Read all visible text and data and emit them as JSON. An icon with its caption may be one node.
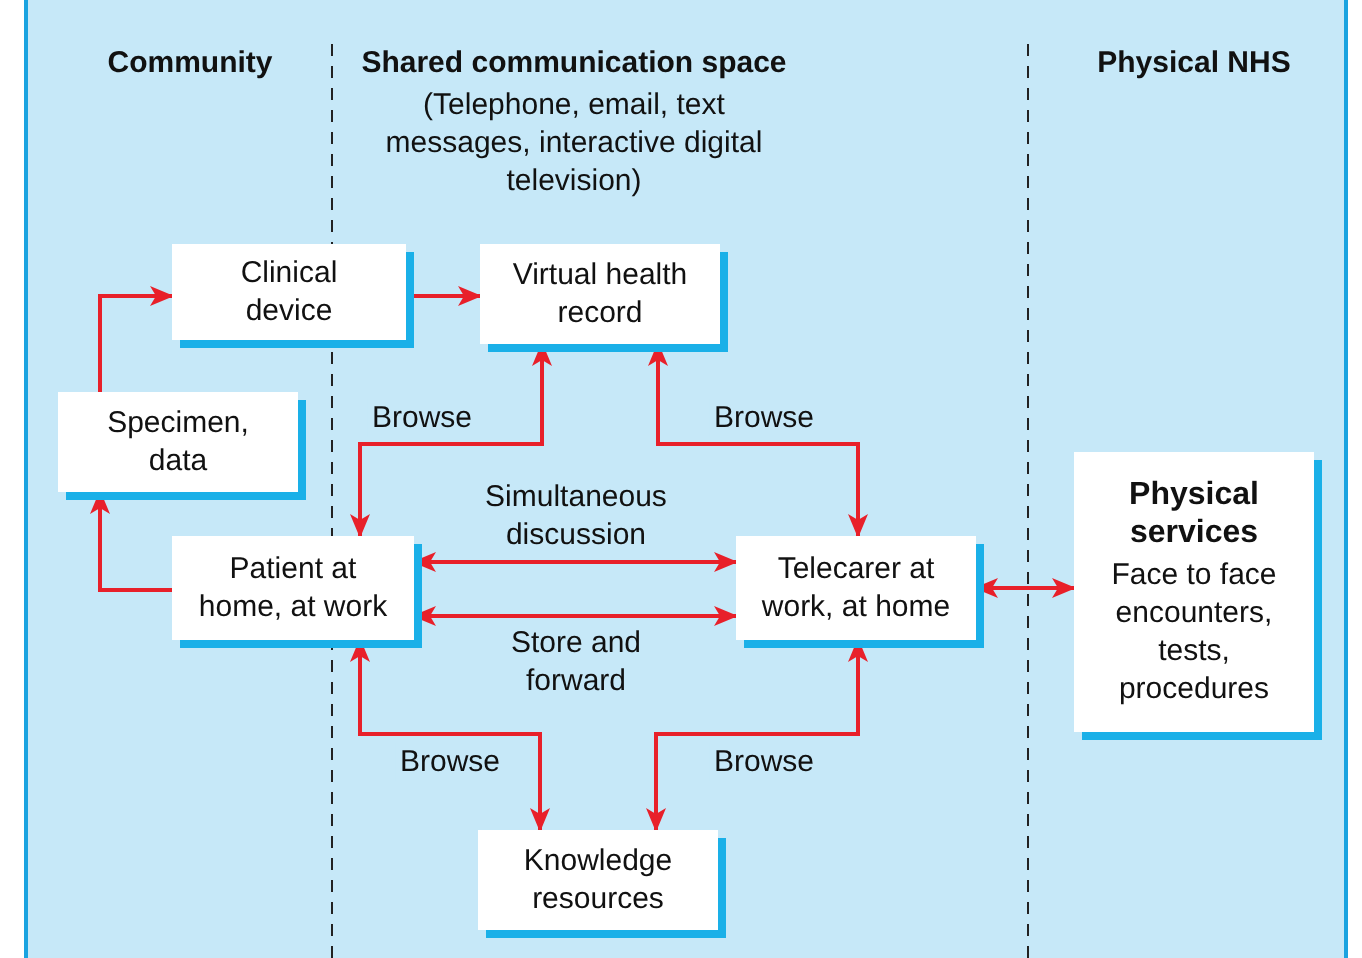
{
  "diagram": {
    "nodes": [
      {
        "text": [
          "Clinical device"
        ]
      },
      {
        "text": [
          "Virtual health record"
        ]
      },
      {
        "text": [
          "Specimen, data"
        ]
      },
      {
        "text": [
          "Patient at home, at work"
        ]
      },
      {
        "text": [
          "Telecarer at work, at home"
        ]
      },
      {
        "text": [
          "Physical services",
          "Face to face encounters, tests, procedures"
        ]
      },
      {
        "text": [
          "Knowledge resources"
        ]
      }
    ],
    "edges": [
      {
        "from": 2,
        "to": 0,
        "arrow": "to"
      },
      {
        "from": 0,
        "to": 1,
        "arrow": "to"
      },
      {
        "from": 3,
        "to": 2,
        "arrow": "to"
      },
      {
        "from": 3,
        "to": 1,
        "arrow": "both",
        "label": "Browse"
      },
      {
        "from": 1,
        "to": 4,
        "arrow": "both",
        "label": "Browse"
      },
      {
        "from": 3,
        "to": 4,
        "arrow": "both",
        "label": "Simultaneous discussion"
      },
      {
        "from": 3,
        "to": 4,
        "arrow": "both",
        "label": "Store and forward"
      },
      {
        "from": 4,
        "to": 5,
        "arrow": "both"
      },
      {
        "from": 3,
        "to": 6,
        "arrow": "both",
        "label": "Browse"
      },
      {
        "from": 4,
        "to": 6,
        "arrow": "both",
        "label": "Browse"
      }
    ],
    "labels": [
      "Community",
      "Shared communication space",
      "(Telephone, email, text messages, interactive digital television)",
      "Physical NHS"
    ]
  }
}
